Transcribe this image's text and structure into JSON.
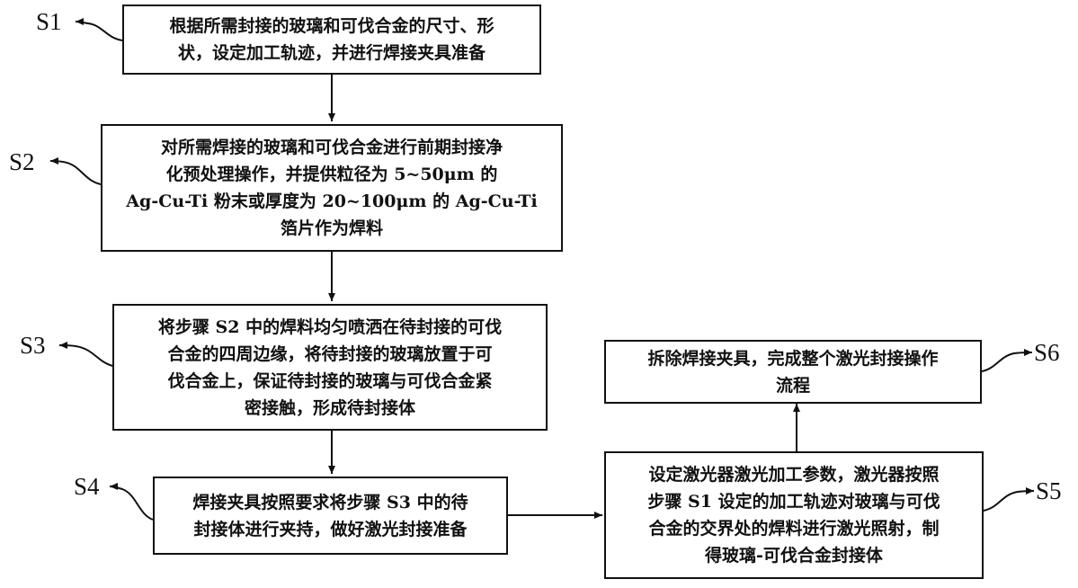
{
  "steps": {
    "s1": {
      "label": "S1",
      "lines": [
        "根据所需封接的玻璃和可伐合金的尺寸、形",
        "状，设定加工轨迹，并进行焊接夹具准备"
      ]
    },
    "s2": {
      "label": "S2",
      "lines": [
        "对所需焊接的玻璃和可伐合金进行前期封接净",
        "化预处理操作，并提供粒径为 5~50μm 的",
        "Ag-Cu-Ti 粉末或厚度为 20~100μm 的 Ag-Cu-Ti",
        "箔片作为焊料"
      ]
    },
    "s3": {
      "label": "S3",
      "lines": [
        "将步骤 S2 中的焊料均匀喷洒在待封接的可伐",
        "合金的四周边缘，将待封接的玻璃放置于可",
        "伐合金上，保证待封接的玻璃与可伐合金紧",
        "密接触，形成待封接体"
      ]
    },
    "s4": {
      "label": "S4",
      "lines": [
        "焊接夹具按照要求将步骤 S3 中的待",
        "封接体进行夹持，做好激光封接准备"
      ]
    },
    "s5": {
      "label": "S5",
      "lines": [
        "设定激光器激光加工参数，激光器按照",
        "步骤 S1 设定的加工轨迹对玻璃与可伐",
        "合金的交界处的焊料进行激光照射，制",
        "得玻璃-可伐合金封接体"
      ]
    },
    "s6": {
      "label": "S6",
      "lines": [
        "拆除焊接夹具，完成整个激光封接操作",
        "流程"
      ]
    }
  }
}
